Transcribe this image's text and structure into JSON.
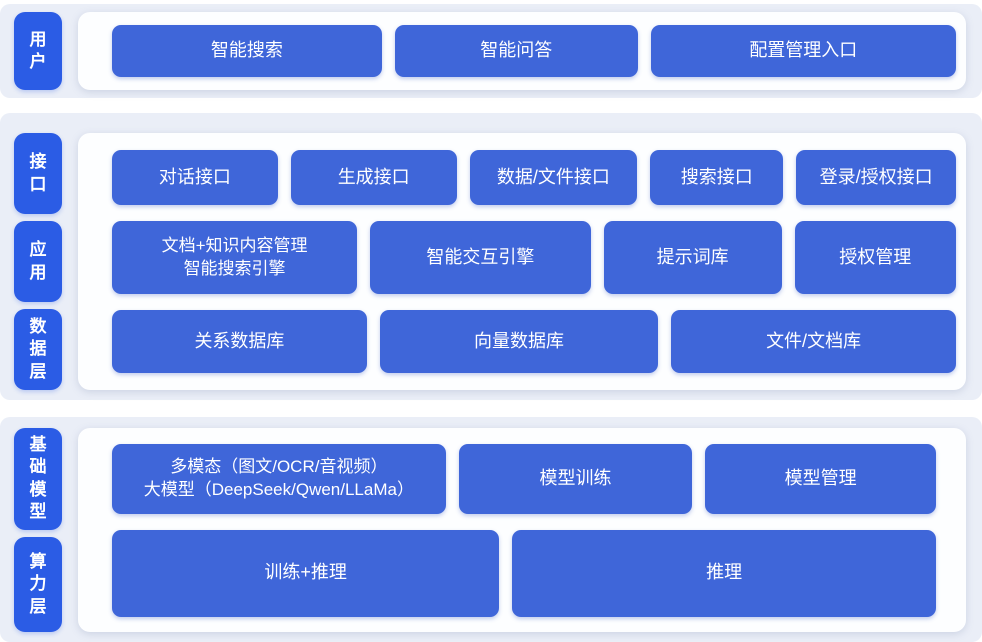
{
  "colors": {
    "side_label_blue": "#2b5ce5",
    "button_blue": "#3f66d9",
    "band_background": "#eaeef7",
    "panel_background": "#fdfeff",
    "text_white": "#ffffff"
  },
  "section_user": {
    "side_label": "用户",
    "buttons": [
      "智能搜索",
      "智能问答",
      "配置管理入口"
    ]
  },
  "section_platform": {
    "side_labels": [
      "接口",
      "应用",
      "数据层"
    ],
    "interface_row": [
      "对话接口",
      "生成接口",
      "数据/文件接口",
      "搜索接口",
      "登录/授权接口"
    ],
    "app_row": {
      "doc_engine_line1": "文档+知识内容管理",
      "doc_engine_line2": "智能搜索引擎",
      "interaction_engine": "智能交互引擎",
      "prompt_library": "提示词库",
      "auth_management": "授权管理"
    },
    "data_row": [
      "关系数据库",
      "向量数据库",
      "文件/文档库"
    ]
  },
  "section_foundation": {
    "side_labels": [
      "基础模型",
      "算力层"
    ],
    "model_row": {
      "multimodal_line1": "多模态（图文/OCR/音视频）",
      "multimodal_line2": "大模型（DeepSeek/Qwen/LLaMa）",
      "model_training": "模型训练",
      "model_management": "模型管理"
    },
    "compute_row": [
      "训练+推理",
      "推理"
    ]
  }
}
